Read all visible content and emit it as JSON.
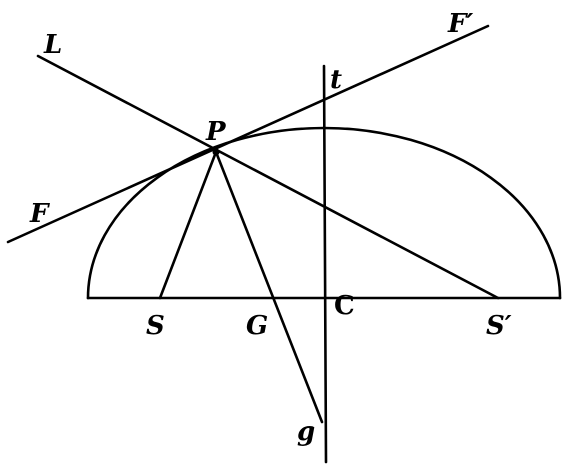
{
  "labels": {
    "L": "L",
    "F_prime": "F′",
    "t": "t",
    "P": "P",
    "F": "F",
    "S": "S",
    "G": "G",
    "C": "C",
    "S_prime": "S′",
    "g": "g"
  },
  "colors": {
    "ink": "#000000",
    "paper": "#ffffff"
  }
}
